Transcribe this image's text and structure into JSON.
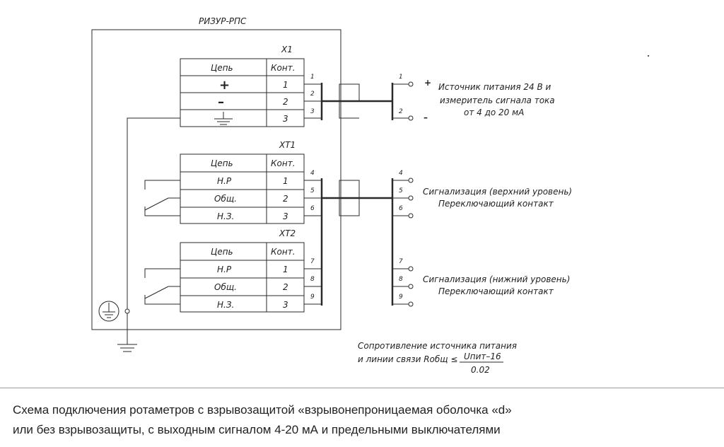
{
  "device_label": "РИЗУР-РПС",
  "header_cell": "Цепь",
  "header_kont": "Конт.",
  "x1": {
    "title": "X1",
    "rows": [
      {
        "circuit": "+",
        "kont": "1"
      },
      {
        "circuit": "–",
        "kont": "2"
      },
      {
        "circuit": "",
        "kont": "3"
      }
    ]
  },
  "xt1": {
    "title": "XT1",
    "rows": [
      {
        "circuit": "Н.Р",
        "kont": "1"
      },
      {
        "circuit": "Общ.",
        "kont": "2"
      },
      {
        "circuit": "Н.З.",
        "kont": "3"
      }
    ]
  },
  "xt2": {
    "title": "XT2",
    "rows": [
      {
        "circuit": "Н.Р",
        "kont": "1"
      },
      {
        "circuit": "Общ.",
        "kont": "2"
      },
      {
        "circuit": "Н.З.",
        "kont": "3"
      }
    ]
  },
  "wire_numbers": [
    "1",
    "2",
    "3",
    "4",
    "5",
    "6",
    "7",
    "8",
    "9"
  ],
  "terminal_numbers": [
    "1",
    "2",
    "4",
    "5",
    "6",
    "7",
    "8",
    "9"
  ],
  "polarity": {
    "plus": "+",
    "minus": "–"
  },
  "power": {
    "line1": "Источник питания 24 В и",
    "line2": "измеритель сигнала тока",
    "line3": "от 4 до 20 мА"
  },
  "signal_upper": {
    "line1": "Сигнализация (верхний уровень)",
    "line2": "Переключающий контакт"
  },
  "signal_lower": {
    "line1": "Сигнализация (нижний уровень)",
    "line2": "Переключающий контакт"
  },
  "formula": {
    "line1": "Сопротивление источника питания",
    "line2": "и линии связи Rобщ ≤",
    "numerator": "Uпит–16",
    "denominator": "0.02"
  },
  "caption": {
    "line1": "Схема подключения ротаметров с взрывозащитой «взрывонепроницаемая оболочка «d»",
    "line2": "или без взрывозащиты, с выходным сигналом 4-20 мА и предельными выключателями"
  }
}
